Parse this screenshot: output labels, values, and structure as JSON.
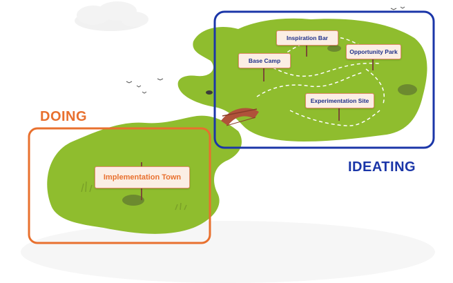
{
  "regions": {
    "doing": {
      "label": "DOING",
      "color": "#e8702e"
    },
    "ideating": {
      "label": "IDEATING",
      "color": "#1b36a8"
    }
  },
  "signs": {
    "inspiration_bar": "Inspiration Bar",
    "base_camp": "Base Camp",
    "opportunity_park": "Opportunity Park",
    "experimentation_site": "Experimentation Site",
    "implementation_town": "Implementation Town"
  },
  "colors": {
    "grass": "#8fbd2e",
    "sign_text": "#1e2f8a",
    "sign_text_large": "#e8702e",
    "bridge": "#b0523a",
    "bush": "#6c8a2f"
  }
}
